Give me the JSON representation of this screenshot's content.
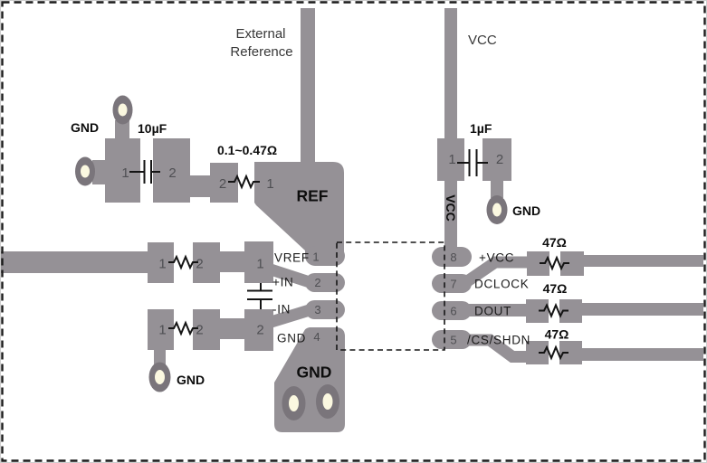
{
  "colors": {
    "copper": "#959196",
    "via_ring": "#7a757b",
    "via_hole": "#fbf8e0",
    "outline": "#1c1c1c"
  },
  "reference_section": {
    "title_line1": "External",
    "title_line2": "Reference",
    "plane_label": "REF",
    "gnd_label": "GND",
    "cap_value": "10µF",
    "cap_pin1": "1",
    "cap_pin2": "2",
    "resistor_value": "0.1~0.47Ω",
    "resistor_pin2": "2",
    "resistor_pin1": "1"
  },
  "vcc_section": {
    "label": "VCC",
    "trace_label": "VCC",
    "cap_value": "1µF",
    "cap_pin1": "1",
    "cap_pin2": "2",
    "gnd_label": "GND"
  },
  "input_section": {
    "r1_pin1": "1",
    "r1_pin2": "2",
    "r2_pin1": "1",
    "r2_pin2": "2",
    "cap_pin1": "1",
    "cap_pin2": "2",
    "gnd_label": "GND"
  },
  "ic": {
    "left_pins": [
      {
        "number": "1",
        "label": "VREF"
      },
      {
        "number": "2",
        "label": "+IN"
      },
      {
        "number": "3",
        "label": "-IN"
      },
      {
        "number": "4",
        "label": "GND"
      }
    ],
    "right_pins": [
      {
        "number": "8",
        "label": "+VCC"
      },
      {
        "number": "7",
        "label": "DCLOCK"
      },
      {
        "number": "6",
        "label": "DOUT"
      },
      {
        "number": "5",
        "label": "/CS/SHDN"
      }
    ]
  },
  "ground_plane": {
    "label": "GND"
  },
  "output_section": {
    "resistor_values": [
      "47Ω",
      "47Ω",
      "47Ω"
    ]
  }
}
